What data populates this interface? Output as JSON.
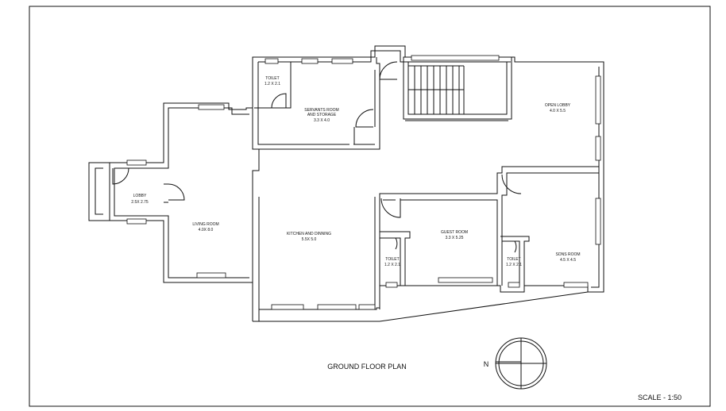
{
  "rooms": [
    {
      "name": "TOILET",
      "size": "1.2 X 2.1"
    },
    {
      "name": "SERVANTS ROOM",
      "name2": "AND STORAGE",
      "size": "3.3 X 4.0"
    },
    {
      "name": "OPEN LOBBY",
      "size": "4.0 X 5.5"
    },
    {
      "name": "LOBBY",
      "size": "2.5X 2.75"
    },
    {
      "name": "LIVING ROOM",
      "size": "4.0X 8.0"
    },
    {
      "name": "KITCHEN AND DINNING",
      "size": "5.5X 5.0"
    },
    {
      "name": "GUEST ROOM",
      "size": "3.3 X 5.25"
    },
    {
      "name": "TOILET",
      "size": "1.2 X 2.1"
    },
    {
      "name": "TOILET",
      "size": "1.2 X 2.1"
    },
    {
      "name": "SONS ROOM",
      "size": "4.5 X 4.5"
    }
  ],
  "title": "GROUND FLOOR PLAN",
  "compass_label": "N",
  "scale": "SCALE - 1:50"
}
